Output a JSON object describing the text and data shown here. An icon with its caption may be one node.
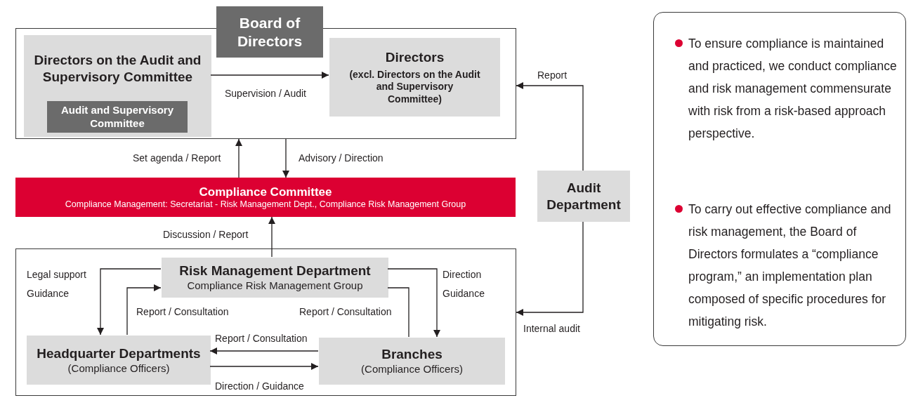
{
  "diagram": {
    "nodes": [
      {
        "text": [
          "Board of Directors"
        ]
      },
      {
        "text": [
          "Directors on the Audit and Supervisory Committee"
        ],
        "in": 0
      },
      {
        "text": [
          "Audit and Supervisory Committee"
        ],
        "in": 1
      },
      {
        "text": [
          "Directors",
          "(excl. Directors on the Audit and Supervisory Committee)"
        ],
        "in": 0
      },
      {
        "text": [
          "Compliance Committee",
          "Compliance Management: Secretariat - Risk Management Dept., Compliance Risk Management Group"
        ]
      },
      {
        "text": [
          "Audit Department"
        ]
      },
      {
        "text": [],
        "shape": "box"
      },
      {
        "text": [
          "Risk Management Department",
          "Compliance Risk Management Group"
        ],
        "in": 6
      },
      {
        "text": [
          "Headquarter Departments",
          "(Compliance Officers)"
        ],
        "in": 6
      },
      {
        "text": [
          "Branches",
          "(Compliance Officers)"
        ],
        "in": 6
      },
      {
        "text": [
          "To ensure compliance is maintained and practiced, we conduct compliance and risk management commensurate with risk from a risk-based approach perspective.",
          "To carry out effective compliance and risk management, the Board of Directors formulates a “compliance program,” an implementation plan composed of specific procedures for mitigating risk."
        ]
      }
    ],
    "edges": [
      {
        "from": 1,
        "to": 3,
        "arrow": "to",
        "label": "Supervision / Audit"
      },
      {
        "from": 4,
        "to": 0,
        "arrow": "to",
        "label": "Set agenda / Report"
      },
      {
        "from": 0,
        "to": 4,
        "arrow": "to",
        "label": "Advisory / Direction"
      },
      {
        "from": 7,
        "to": 4,
        "arrow": "to",
        "label": "Discussion / Report"
      },
      {
        "from": 5,
        "to": 0,
        "arrow": "to",
        "label": "Report"
      },
      {
        "from": 5,
        "to": 6,
        "arrow": "to",
        "label": "Internal audit"
      },
      {
        "from": 7,
        "to": 8,
        "arrow": "to",
        "label": "Legal support Guidance"
      },
      {
        "from": 8,
        "to": 7,
        "arrow": "to",
        "label": "Report / Consultation"
      },
      {
        "from": 7,
        "to": 9,
        "arrow": "to",
        "label": "Direction Guidance"
      },
      {
        "from": 9,
        "to": 7,
        "arrow": "none",
        "label": "Report / Consultation"
      },
      {
        "from": 9,
        "to": 8,
        "arrow": "to",
        "label": "Report / Consultation"
      },
      {
        "from": 8,
        "to": 9,
        "arrow": "to",
        "label": "Direction / Guidance"
      }
    ]
  }
}
